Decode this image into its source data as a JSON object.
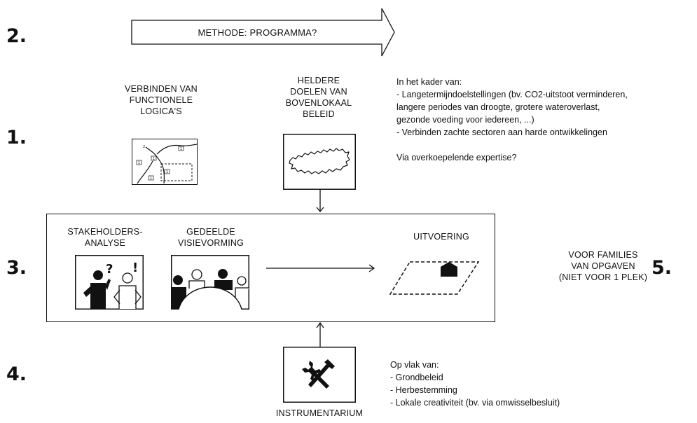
{
  "numbers": {
    "n1": "1.",
    "n2": "2.",
    "n3": "3.",
    "n4": "4.",
    "n5": "5."
  },
  "arrow_label": "METHODE: PROGRAMMA?",
  "functionele": {
    "title": [
      "VERBINDEN VAN",
      "FUNCTIONELE",
      "LOGICA'S"
    ],
    "marks": [
      "2",
      "1",
      "1",
      "1",
      "1",
      "1"
    ]
  },
  "doelen": {
    "title": [
      "HELDERE",
      "DOELEN VAN",
      "BOVENLOKAAL",
      "BELEID"
    ]
  },
  "kader": {
    "lines": [
      "In het kader van:",
      "- Langetermijndoelstellingen (bv. CO2-uitstoot verminderen,",
      "langere periodes van droogte, grotere wateroverlast,",
      "gezonde voeding voor iedereen, ...)",
      "- Verbinden zachte sectoren aan harde ontwikkelingen",
      "",
      "Via overkoepelende expertise?"
    ]
  },
  "process": {
    "stakeholders": [
      "STAKEHOLDERS-",
      "ANALYSE"
    ],
    "stakeholders_marks": [
      "?",
      "!"
    ],
    "visie": [
      "GEDEELDE",
      "VISIEVORMING"
    ],
    "uitvoering": "UITVOERING"
  },
  "families": [
    "VOOR FAMILIES",
    "VAN OPGAVEN",
    "(NIET VOOR 1 PLEK)"
  ],
  "instrument": {
    "label": "INSTRUMENTARIUM",
    "icon": "tools-icon",
    "lines": [
      "Op vlak van:",
      "- Grondbeleid",
      "- Herbestemming",
      "- Lokale creativiteit (bv. via omwisselbesluit)"
    ]
  },
  "colors": {
    "ink": "#111111",
    "background": "#ffffff"
  }
}
